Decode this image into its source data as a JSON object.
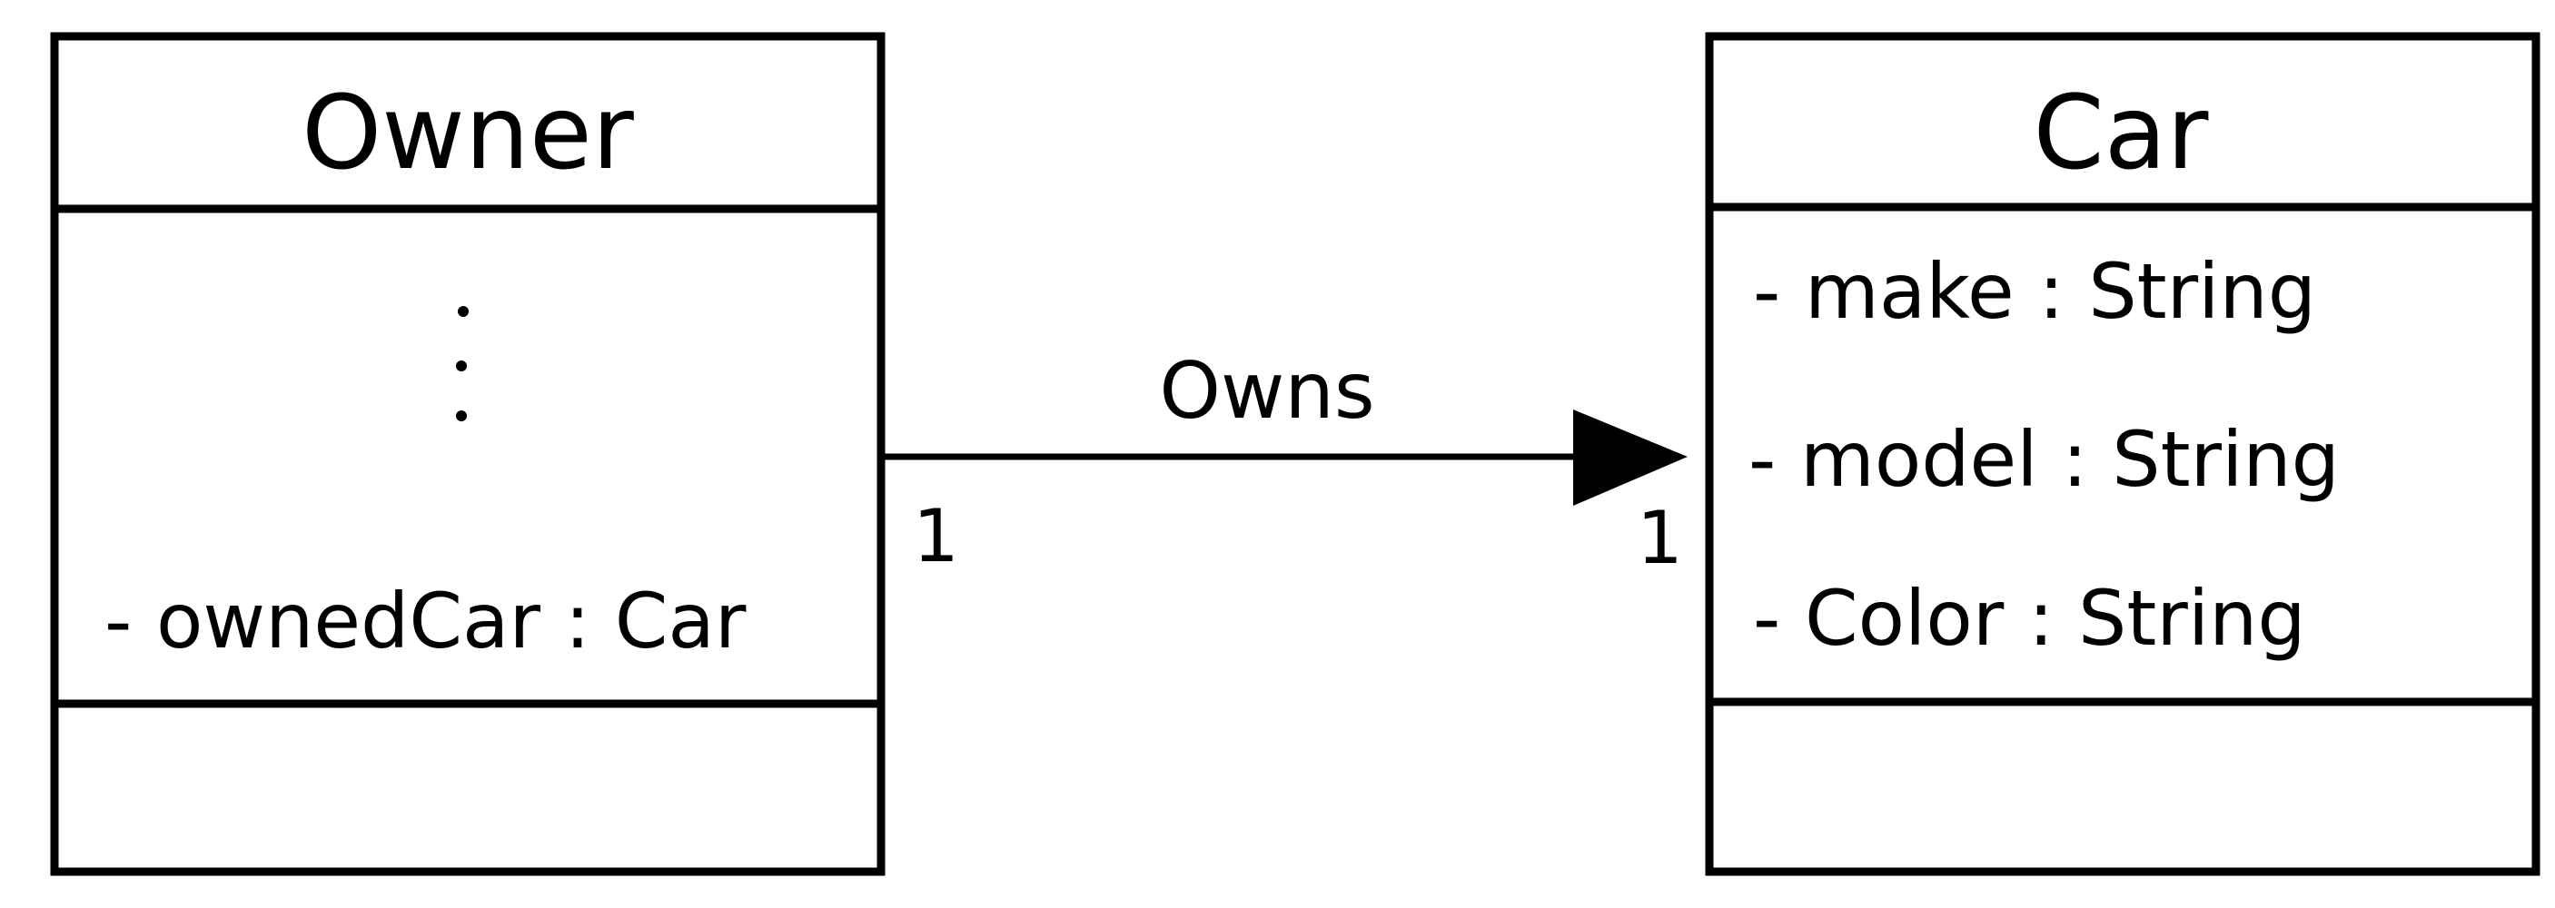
{
  "diagram": {
    "type": "uml-class-diagram",
    "classes": {
      "owner": {
        "name": "Owner",
        "attributes": [
          "- ownedCar : Car"
        ],
        "methods": []
      },
      "car": {
        "name": "Car",
        "attributes": [
          "- make : String",
          "- model : String",
          "- Color : String"
        ],
        "methods": []
      }
    },
    "association": {
      "label": "Owns",
      "source_multiplicity": "1",
      "target_multiplicity": "1",
      "direction": "Owner-to-Car"
    }
  }
}
